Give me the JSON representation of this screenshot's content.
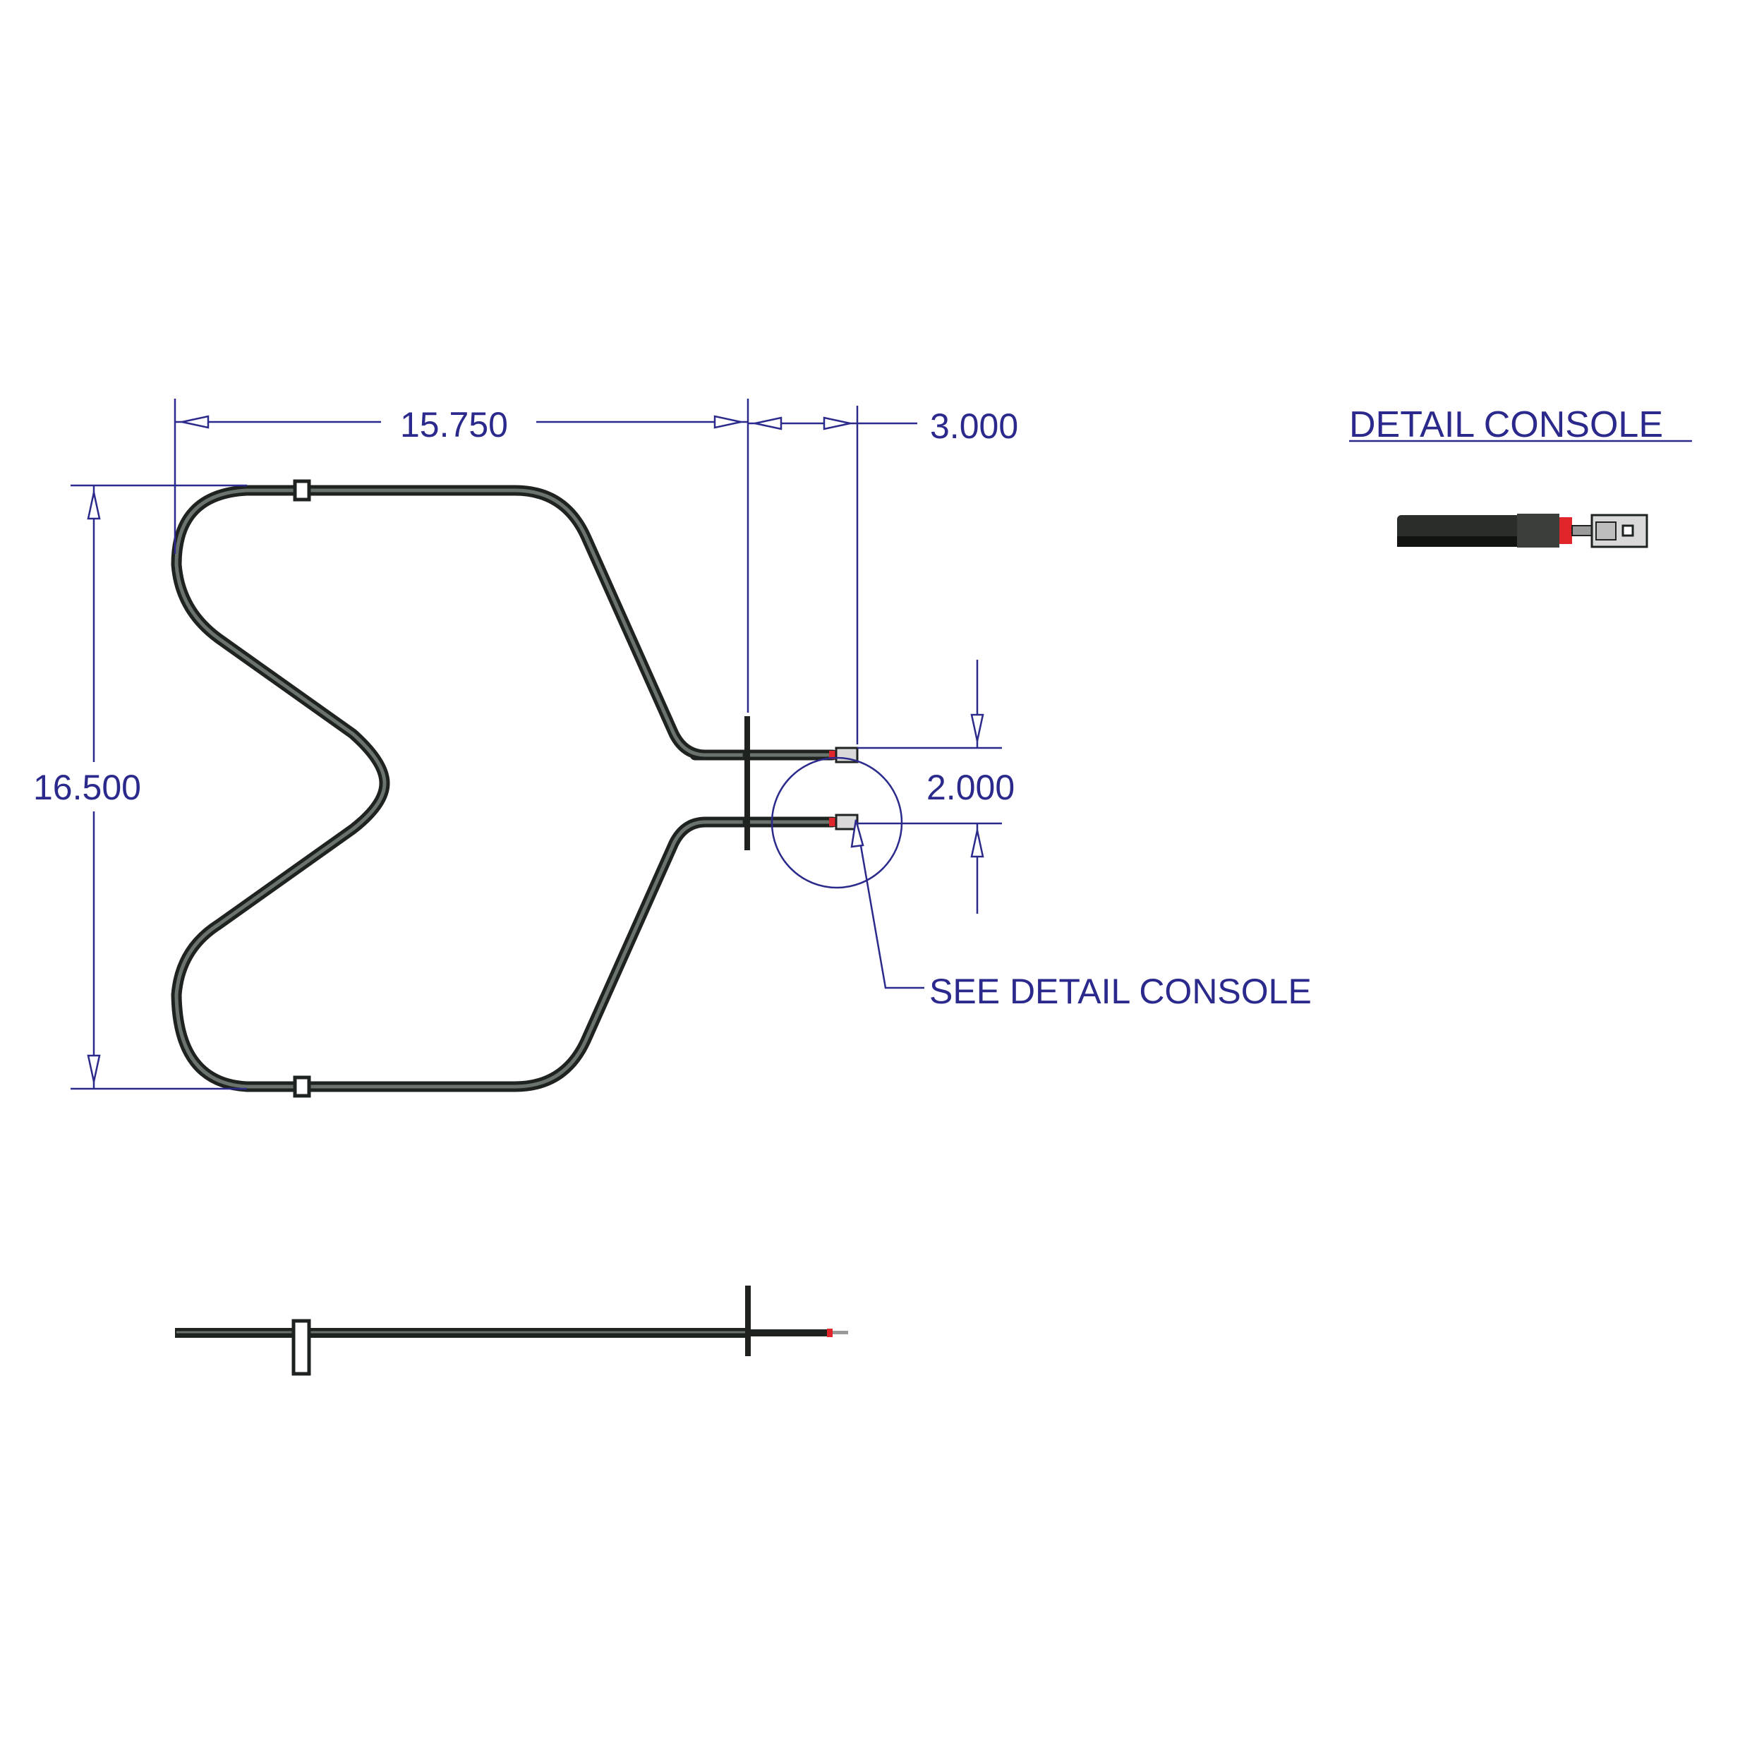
{
  "dimensions": {
    "width_main": "15.750",
    "width_offset": "3.000",
    "height_overall": "16.500",
    "terminal_spacing": "2.000"
  },
  "callouts": {
    "see_detail": "SEE DETAIL CONSOLE"
  },
  "detail": {
    "title": "DETAIL CONSOLE"
  },
  "colors": {
    "dimension_ink": "#2b2a8c",
    "element_steel": "#1f2320",
    "insulator_red": "#e0262b"
  }
}
